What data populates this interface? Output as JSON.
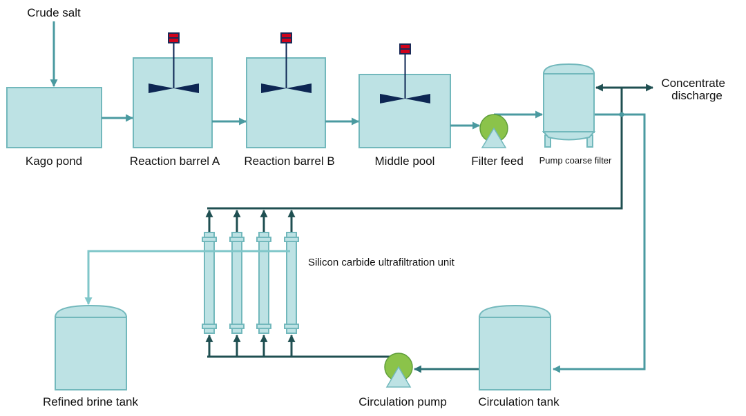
{
  "diagram": {
    "crude_salt": "Crude salt",
    "kago_pond": "Kago pond",
    "reaction_barrel_a": "Reaction barrel A",
    "reaction_barrel_b": "Reaction barrel B",
    "middle_pool": "Middle pool",
    "filter_feed": "Filter feed",
    "pump_coarse_filter": "Pump coarse filter",
    "concentrate_discharge": [
      "Concentrate",
      "discharge"
    ],
    "uf_unit": "Silicon carbide ultrafiltration unit",
    "refined_brine_tank": "Refined brine tank",
    "circulation_pump": "Circulation pump",
    "circulation_tank": "Circulation tank"
  },
  "colors": {
    "vessel_fill": "#bde2e4",
    "vessel_stroke": "#72b8bc",
    "flow_line": "#4a9aa0",
    "header_line": "#1f4f51",
    "circulation_line": "#2d7276",
    "permeate_line": "#7fc6c9",
    "motor_fill": "#d0021b",
    "motor_stroke": "#1b2a57",
    "impeller": "#0d2653",
    "pump_fill": "#8bc34a",
    "pump_stroke": "#5f9e3a",
    "text": "#111111"
  }
}
